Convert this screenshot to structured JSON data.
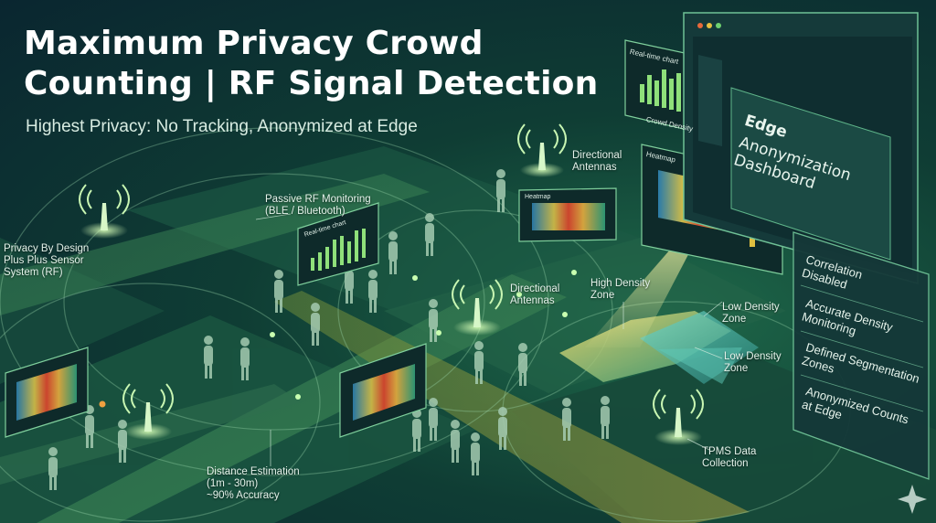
{
  "title": "Maximum Privacy Crowd Counting | RF Signal Detection",
  "subtitle": "Highest Privacy: No Tracking, Anonymized at Edge",
  "labels": {
    "privacy_by_design": "Privacy By Design\nPlus Plus Sensor\nSystem (RF)",
    "passive_rf": "Passive RF Monitoring\n(BLE / Bluetooth)",
    "directional_antennas_top": "Directional\nAntennas",
    "directional_antennas_mid": "Directional\nAntennas",
    "high_density_zone": "High Density\nZone",
    "low_density_zone_1": "Low Density\nZone",
    "low_density_zone_2": "Low Density\nZone",
    "distance_estimation": "Distance Estimation\n(1m - 30m)\n~90% Accuracy",
    "tpms": "TPMS Data\nCollection"
  },
  "screens": {
    "realtime_chart": "Real-time chart",
    "crowd_density": "Crowd Density",
    "heatmap": "Heatmap",
    "heatmap_small": "Heatmap",
    "realtime_small": "Real-time chart"
  },
  "dashboard": {
    "title": "Edge",
    "subtitle": "Anonymization\nDashboard"
  },
  "side_panel": {
    "items": [
      "Correlation\nDisabled",
      "Accurate Density\nMonitoring",
      "Defined Segmentation\nZones",
      "Anonymized Counts\nat Edge"
    ]
  },
  "colors": {
    "accent": "#9ef5a8",
    "glow": "#c9ffb0",
    "zone_high": "#e8d36a",
    "zone_low": "#6fd6c6"
  }
}
